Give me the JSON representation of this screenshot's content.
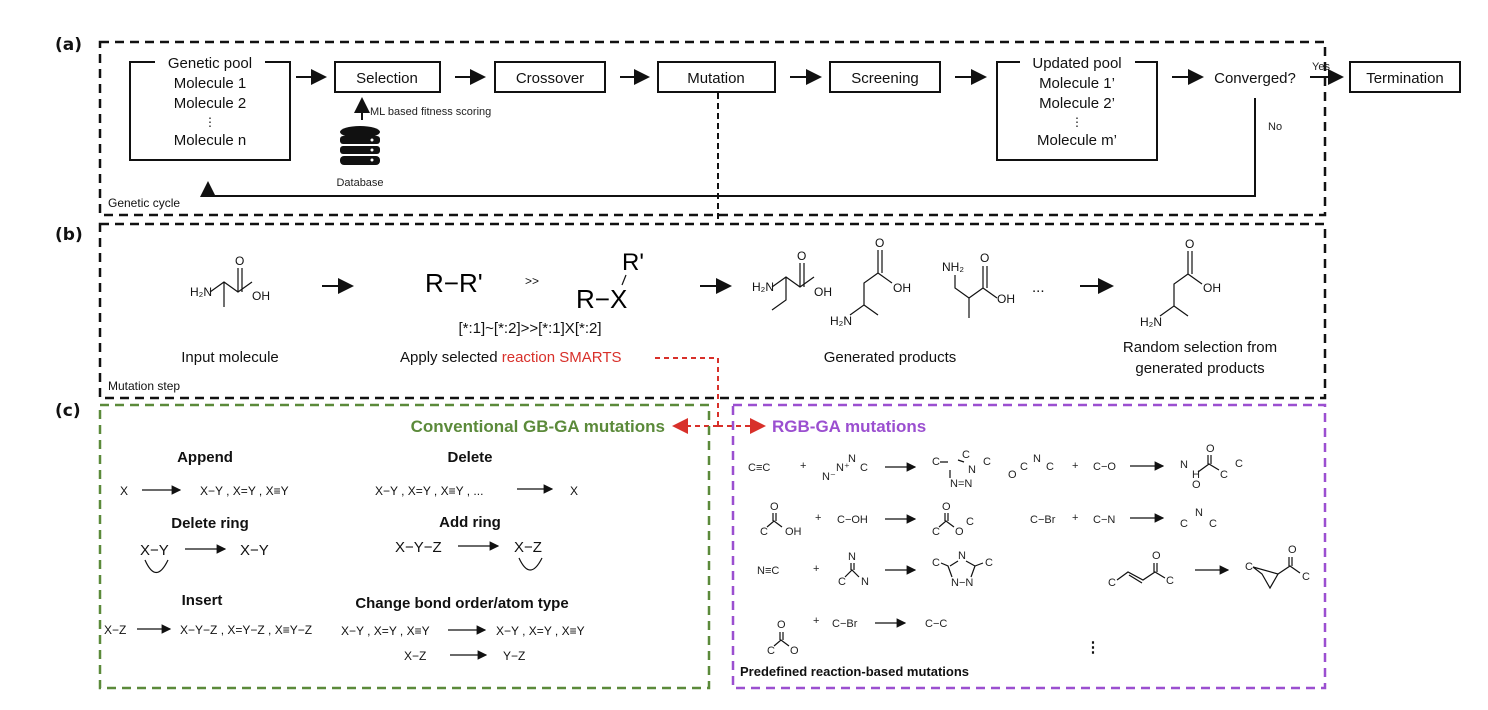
{
  "panel_labels": [
    "(a)",
    "(b)",
    "(c)"
  ],
  "a": {
    "genetic_pool": {
      "title": "Genetic pool",
      "items": [
        "Molecule 1",
        "Molecule 2",
        "⋮",
        "Molecule n"
      ]
    },
    "steps": [
      "Selection",
      "Crossover",
      "Mutation",
      "Screening"
    ],
    "updated_pool": {
      "title": "Updated pool",
      "items": [
        "Molecule 1’",
        "Molecule 2’",
        "⋮",
        "Molecule m’"
      ]
    },
    "converged": "Converged?",
    "yes": "Yes",
    "no": "No",
    "termination": "Termination",
    "fitness": "ML based fitness scoring",
    "database": "Database",
    "cycle_label": "Genetic cycle"
  },
  "b": {
    "input_label": "Input molecule",
    "input_atoms": [
      "H₂N",
      "O",
      "OH"
    ],
    "rxn_left": "R−R'",
    "rxn_sep": ">>",
    "rxn_right": "R−X",
    "rxn_right_sub": "R'",
    "smarts": "[*:1]~[*:2]>>[*:1]X[*:2]",
    "apply_prefix": "Apply selected ",
    "apply_highlight": "reaction SMARTS",
    "products_label": "Generated products",
    "product_atoms": [
      [
        "H₂N",
        "O",
        "OH"
      ],
      [
        "O",
        "OH",
        "H₂N"
      ],
      [
        "NH₂",
        "O",
        "OH"
      ]
    ],
    "ellipsis": "...",
    "random_label": [
      "Random selection from",
      "generated products"
    ],
    "random_atoms": [
      "O",
      "OH",
      "H₂N"
    ],
    "step_label": "Mutation step"
  },
  "c": {
    "conventional": {
      "title": "Conventional GB-GA mutations",
      "append": {
        "title": "Append",
        "left": "X",
        "right": "X−Y , X=Y , X≡Y"
      },
      "delete": {
        "title": "Delete",
        "left": "X−Y , X=Y , X≡Y , ...",
        "right": "X"
      },
      "delete_ring": {
        "title": "Delete ring",
        "left": "X−Y",
        "right": "X−Y"
      },
      "add_ring": {
        "title": "Add ring",
        "left": "X−Y−Z",
        "right": "X−Z"
      },
      "insert": {
        "title": "Insert",
        "left": "X−Z",
        "right": "X−Y−Z , X=Y−Z , X≡Y−Z"
      },
      "change": {
        "title": "Change bond order/atom type",
        "left1": "X−Y , X=Y , X≡Y",
        "right1": "X−Y , X=Y , X≡Y",
        "left2": "X−Z",
        "right2": "Y−Z"
      }
    },
    "rgb": {
      "title": "RGB-GA mutations",
      "plus": "+",
      "r1": {
        "a": "C≡C",
        "b_atoms": [
          "N⁻",
          "N⁺",
          "N",
          "C"
        ],
        "p_atoms": [
          "C",
          "C",
          "N",
          "C",
          "N=N"
        ]
      },
      "r2": {
        "a_atoms": [
          "O",
          "C",
          "N",
          "C"
        ],
        "b": "C−O",
        "p_atoms": [
          "O",
          "C",
          "N",
          "H",
          "O",
          "C"
        ]
      },
      "r3": {
        "a_atoms": [
          "O",
          "C",
          "OH"
        ],
        "b": "C−OH",
        "p_atoms": [
          "O",
          "C",
          "O",
          "C"
        ]
      },
      "r4": {
        "a": "C−Br",
        "b": "C−N",
        "p_atoms": [
          "C",
          "N",
          "C"
        ]
      },
      "r5": {
        "a": "N≡C",
        "b_atoms": [
          "N",
          "C",
          "N"
        ],
        "p_atoms": [
          "C",
          "N",
          "C",
          "N−N"
        ]
      },
      "r6": {
        "a_atoms": [
          "C",
          "O",
          "C"
        ],
        "p_atoms": [
          "C",
          "O",
          "C"
        ]
      },
      "r7": {
        "a_atoms": [
          "O",
          "C",
          "O"
        ],
        "b": "C−Br",
        "p": "C−C"
      },
      "more": "⋮",
      "footer": "Predefined reaction-based mutations"
    }
  },
  "colors": {
    "green": "#5b8a3a",
    "purple": "#9b4fd0",
    "red": "#d8302a",
    "black": "#111111"
  }
}
